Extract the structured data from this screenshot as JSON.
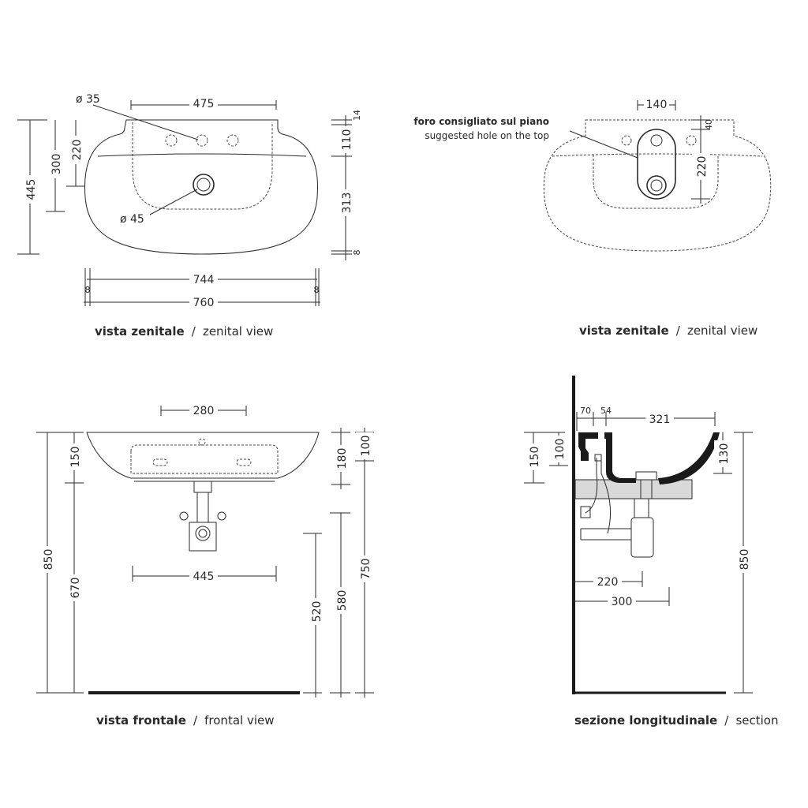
{
  "views": {
    "top_left": {
      "dims": {
        "hole_small": "ø 35",
        "hole_large": "ø 45",
        "w475": "475",
        "h14": "14",
        "h110": "110",
        "h313": "313",
        "h8": "8",
        "h445": "445",
        "h300": "300",
        "h220": "220",
        "w744": "744",
        "w760": "760",
        "side8_left": "8",
        "side8_right": "8"
      },
      "caption_it": "vista zenitale",
      "caption_sep": "/",
      "caption_en": "zenital view"
    },
    "top_right": {
      "note_it": "foro consigliato sul piano",
      "note_en": "suggested hole on the top",
      "dims": {
        "w140": "140",
        "h40": "40",
        "h220": "220"
      },
      "caption_it": "vista zenitale",
      "caption_sep": "/",
      "caption_en": "zenital view"
    },
    "bottom_left": {
      "dims": {
        "w280": "280",
        "h150": "150",
        "h850": "850",
        "h670": "670",
        "h180": "180",
        "h100": "100",
        "w445": "445",
        "h520": "520",
        "h580": "580",
        "h750": "750"
      },
      "caption_it": "vista frontale",
      "caption_sep": "/",
      "caption_en": "frontal view"
    },
    "bottom_right": {
      "dims": {
        "w70": "70",
        "w54": "54",
        "w321": "321",
        "h150": "150",
        "h100": "100",
        "h130": "130",
        "h850": "850",
        "w220": "220",
        "w300": "300"
      },
      "caption_it": "sezione longitudinale",
      "caption_sep": "/",
      "caption_en": "section"
    }
  },
  "colors": {
    "line": "#2a2a2a",
    "fill_dark": "#1a1a1a",
    "counter": "#d9d9d9"
  }
}
